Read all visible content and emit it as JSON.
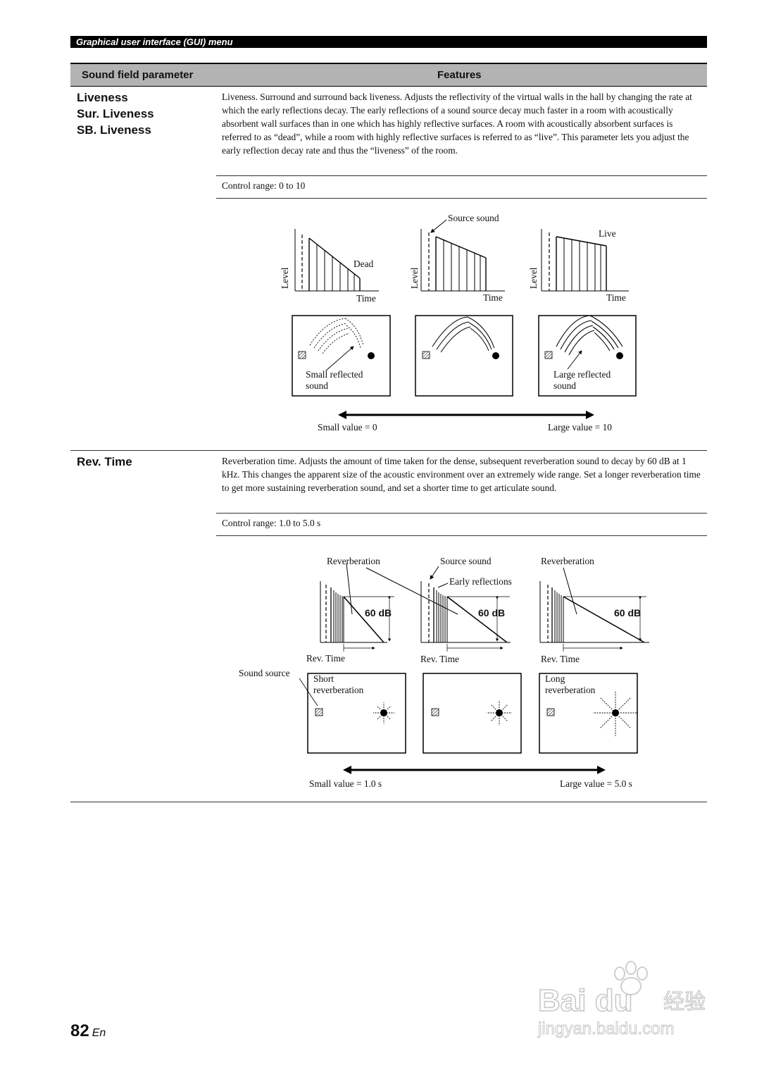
{
  "header": {
    "section_title": "Graphical user interface (GUI) menu"
  },
  "table": {
    "col1": "Sound field parameter",
    "col2": "Features",
    "rows": [
      {
        "names": [
          "Liveness",
          "Sur. Liveness",
          "SB. Liveness"
        ],
        "description": "Liveness. Surround and surround back liveness. Adjusts the reflectivity of the virtual walls in the hall by changing the rate at which the early reflections decay. The early reflections of a sound source decay much faster in a room with acoustically absorbent wall surfaces than in one which has highly reflective surfaces. A room with acoustically absorbent surfaces is referred to as “dead”, while a room with highly reflective surfaces is referred to as “live”. This parameter lets you adjust the early reflection decay rate and thus the “liveness” of the room.",
        "control_range": "Control range: 0 to 10",
        "diagram": {
          "level": "Level",
          "time": "Time",
          "dead": "Dead",
          "source_sound": "Source sound",
          "live": "Live",
          "small_reflected": [
            "Small reflected",
            "sound"
          ],
          "large_reflected": [
            "Large reflected",
            "sound"
          ],
          "small_value": "Small value = 0",
          "large_value": "Large value = 10"
        }
      },
      {
        "names": [
          "Rev. Time"
        ],
        "description": "Reverberation time. Adjusts the amount of time taken for the dense, subsequent reverberation sound to decay by 60 dB at 1 kHz. This changes the apparent size of the acoustic environment over an extremely wide range. Set a longer reverberation time to get more sustaining reverberation sound, and set a shorter time to get articulate sound.",
        "control_range": "Control range: 1.0 to 5.0 s",
        "diagram": {
          "reverberation": "Reverberation",
          "source_sound": "Source sound",
          "early_reflections": "Early reflections",
          "db": "60 dB",
          "rev_time": "Rev. Time",
          "sound_source": "Sound source",
          "short_rev": [
            "Short",
            "reverberation"
          ],
          "long_rev": [
            "Long",
            "reverberation"
          ],
          "small_value": "Small value = 1.0 s",
          "large_value": "Large value = 5.0 s"
        }
      }
    ]
  },
  "footer": {
    "page_number": "82",
    "lang": "En"
  },
  "watermark": {
    "brand": "Bai du",
    "sub": "经验",
    "url": "jingyan.baidu.com"
  }
}
